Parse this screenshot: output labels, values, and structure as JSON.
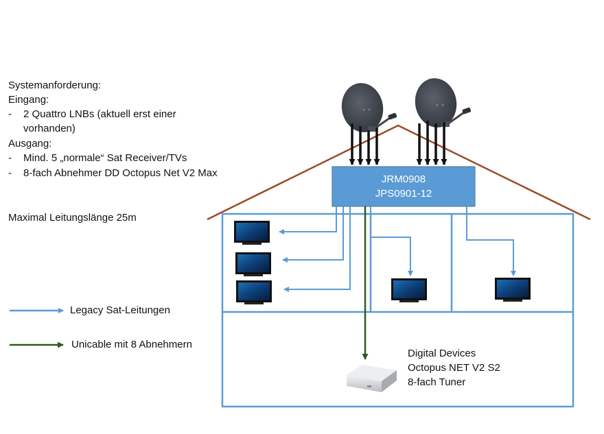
{
  "requirements": {
    "title": "Systemanforderung:",
    "input_heading": "Eingang:",
    "input_items": [
      "2 Quattro LNBs  (aktuell erst einer",
      "vorhanden)"
    ],
    "output_heading": "Ausgang:",
    "output_items": [
      "Mind. 5 „normale“ Sat Receiver/TVs",
      "8-fach Abnehmer  DD Octopus Net  V2 Max"
    ],
    "bullet": "-",
    "max_length": "Maximal Leitungslänge  25m"
  },
  "multiswitch": {
    "line1": "JRM0908",
    "line2": "JPS0901-12",
    "color": "#5b9bd5"
  },
  "legend": {
    "legacy_label": "Legacy Sat-Leitungen",
    "legacy_color": "#5b9bd5",
    "unicable_label": "Unicable mit 8 Abnehmern",
    "unicable_color": "#2e5a1c"
  },
  "octopus": {
    "line1": "Digital Devices",
    "line2": "Octopus NET V2 S2",
    "line3": "8-fach Tuner"
  },
  "colors": {
    "roof": "#9b4a28",
    "house": "#5b9bd5",
    "dish": "#4a4f57",
    "arrow": "#111111"
  },
  "icons": {
    "dish": "satellite-dish-icon",
    "tv": "tv-icon",
    "device": "octopus-net-device-icon"
  },
  "tv_count": 5
}
